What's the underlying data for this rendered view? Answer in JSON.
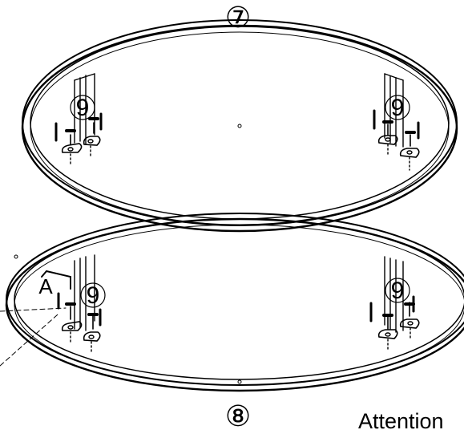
{
  "labels": {
    "top_ring": "⑦",
    "bottom_ring": "⑧",
    "post_top_left": "9",
    "post_top_right": "9",
    "post_bottom_left": "9",
    "post_bottom_right": "9",
    "detail_marker": "A",
    "attention": "Attention"
  },
  "colors": {
    "ink": "#000000",
    "paper": "#ffffff"
  }
}
